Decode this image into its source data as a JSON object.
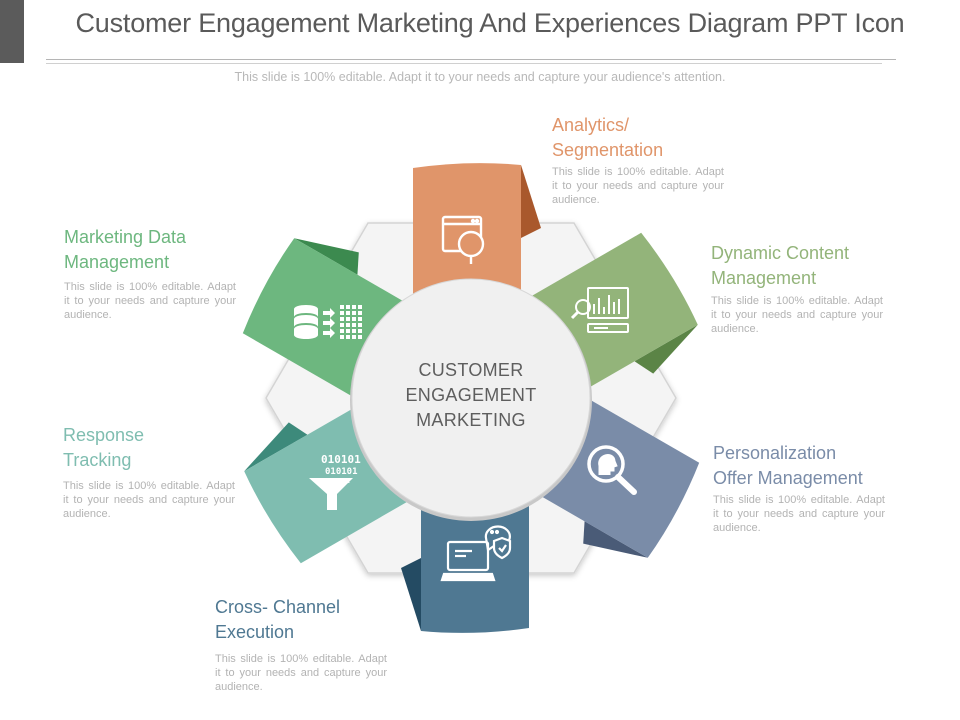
{
  "header": {
    "title": "Customer Engagement Marketing And Experiences Diagram PPT Icon",
    "subtitle": "This slide is 100% editable. Adapt it to your needs and capture your audience's attention."
  },
  "diagram": {
    "center_lines": [
      "CUSTOMER",
      "ENGAGEMENT",
      "MARKETING"
    ],
    "segments": [
      {
        "id": "analytics",
        "title_lines": [
          "Analytics/",
          "Segmentation"
        ],
        "description": "This slide is 100% editable. Adapt it to your needs and capture your audience.",
        "color": "#e0956a",
        "icon": "browser-magnifier-icon"
      },
      {
        "id": "dynamic-content",
        "title_lines": [
          "Dynamic Content",
          "Management"
        ],
        "description": "This slide is 100% editable. Adapt it to your needs and capture your audience.",
        "color": "#93b47a",
        "icon": "monitor-chart-search-icon"
      },
      {
        "id": "personalization",
        "title_lines": [
          "Personalization",
          "Offer Management"
        ],
        "description": "This slide is 100% editable. Adapt it to your needs and capture your audience.",
        "color": "#7a8ca8",
        "icon": "head-magnifier-icon"
      },
      {
        "id": "cross-channel",
        "title_lines": [
          "Cross- Channel",
          "Execution"
        ],
        "description": "This slide is 100% editable. Adapt it to your needs and capture your audience.",
        "color": "#4f7892",
        "icon": "laptop-chat-shield-icon"
      },
      {
        "id": "response-tracking",
        "title_lines": [
          "Response",
          "Tracking"
        ],
        "description": "This slide is 100% editable. Adapt it to your needs and capture your audience.",
        "color": "#7fbdb0",
        "icon": "binary-funnel-icon"
      },
      {
        "id": "marketing-data",
        "title_lines": [
          "Marketing Data",
          "Management"
        ],
        "description": "This slide is 100% editable. Adapt it to your needs and capture your audience.",
        "color": "#6db77f",
        "icon": "database-grid-icon"
      }
    ]
  }
}
